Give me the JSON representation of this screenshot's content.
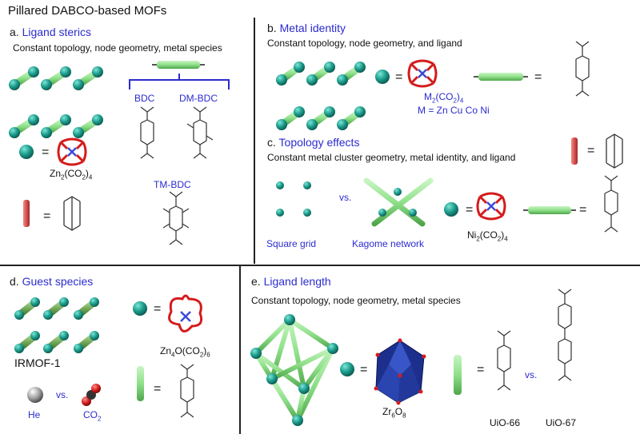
{
  "title": "Pillared DABCO-based MOFs",
  "panels": {
    "a": {
      "letter": "a.",
      "title": "Ligand sterics",
      "subtitle": "Constant topology, node geometry, metal species",
      "ligands": [
        "BDC",
        "DM-BDC",
        "TM-BDC"
      ],
      "node_formula": "Zn2(CO2)4",
      "eq": "="
    },
    "b": {
      "letter": "b.",
      "title": "Metal identity",
      "subtitle": "Constant topology, node geometry, and ligand",
      "node_formula": "M2(CO2)4",
      "metals": "M = Zn Cu Co Ni",
      "eq": "="
    },
    "c": {
      "letter": "c.",
      "title": "Topology effects",
      "subtitle": "Constant metal cluster geometry, metal identity, and ligand",
      "topologies": [
        "Square grid",
        "Kagome network"
      ],
      "vs": "vs.",
      "node_formula": "Ni2(CO2)4",
      "eq": "="
    },
    "d": {
      "letter": "d.",
      "title": "Guest species",
      "framework": "IRMOF-1",
      "node_formula": "Zn4O(CO2)6",
      "guests": [
        "He",
        "CO2"
      ],
      "vs": "vs.",
      "eq": "="
    },
    "e": {
      "letter": "e.",
      "title": "Ligand length",
      "subtitle": "Constant topology, node geometry, metal species",
      "node_formula": "Zr6O8",
      "frameworks": [
        "UiO-66",
        "UiO-67"
      ],
      "vs": "vs.",
      "eq": "="
    }
  },
  "colors": {
    "accent_blue": "#2b2bd0",
    "node_teal": "#1e9e8e",
    "linker_green": "#8fe08a",
    "pillar_red": "#d9534f",
    "oxygen_red": "#d41c1c"
  }
}
